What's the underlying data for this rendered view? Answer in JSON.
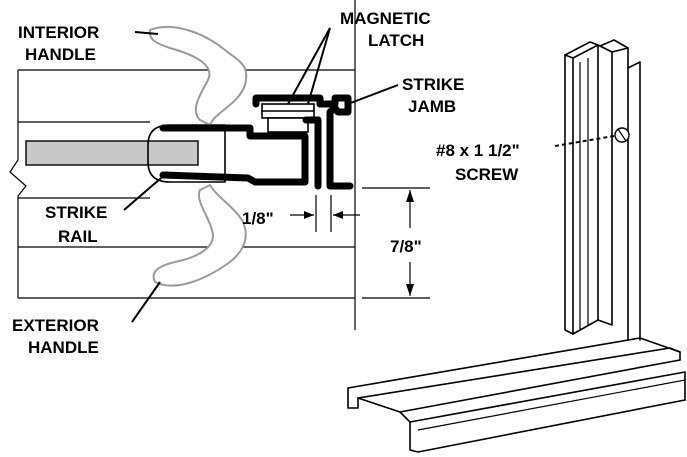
{
  "diagram": {
    "labels": {
      "interior_handle_line1": "INTERIOR",
      "interior_handle_line2": "HANDLE",
      "magnetic_latch_line1": "MAGNETIC",
      "magnetic_latch_line2": "LATCH",
      "strike_jamb_line1": "STRIKE",
      "strike_jamb_line2": "JAMB",
      "screw_line1": "#8 x 1 1/2\"",
      "screw_line2": "SCREW",
      "strike_rail_line1": "STRIKE",
      "strike_rail_line2": "RAIL",
      "gap_dimension": "1/8\"",
      "depth_dimension": "7/8\"",
      "exterior_handle_line1": "EXTERIOR",
      "exterior_handle_line2": "HANDLE"
    },
    "colors": {
      "ink": "#000000",
      "handle_outline": "#9a9a9a",
      "glass_fill": "#c8c8c8",
      "background": "#ffffff"
    }
  }
}
